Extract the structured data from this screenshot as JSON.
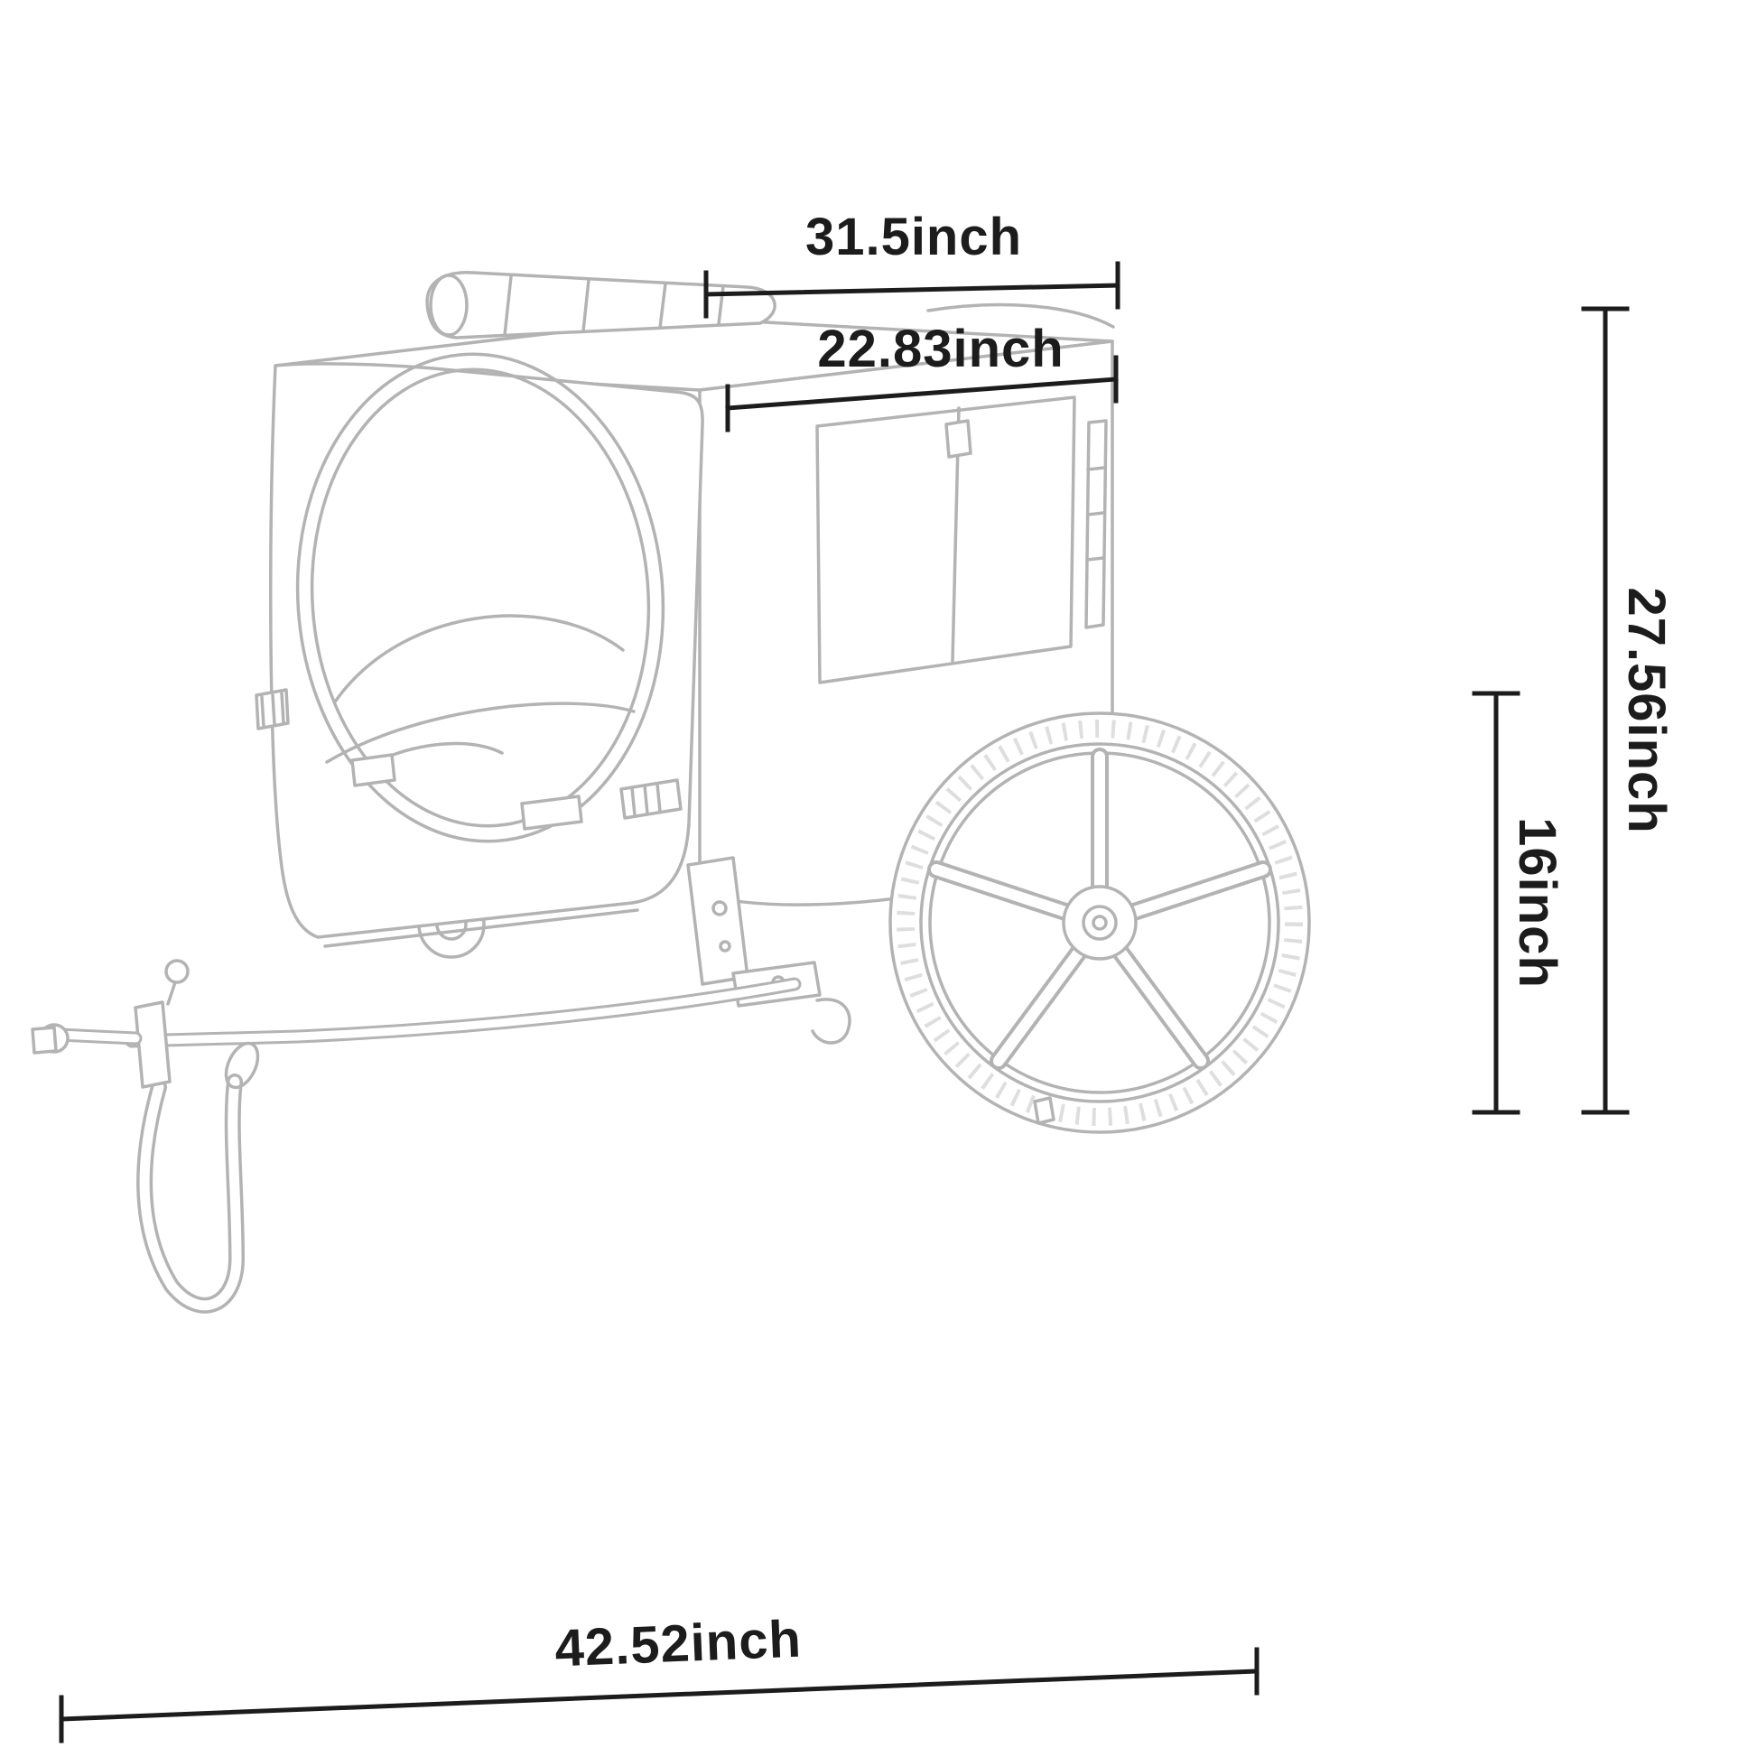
{
  "diagram": {
    "subject": "pet bicycle trailer line-art dimension drawing",
    "dimensions": {
      "top_width": "31.5inch",
      "body_width": "22.83inch",
      "overall_height": "27.56inch",
      "wheel_height": "16inch",
      "overall_length": "42.52inch"
    },
    "colors": {
      "dimension": "#1c1c1c",
      "sketch": "#b3b3b3",
      "background": "#ffffff"
    }
  }
}
